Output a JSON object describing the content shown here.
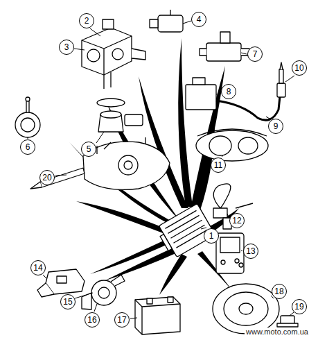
{
  "diagram": {
    "labels": [
      "1",
      "2",
      "3",
      "4",
      "5",
      "6",
      "7",
      "8",
      "9",
      "10",
      "11",
      "12",
      "13",
      "14",
      "15",
      "16",
      "17",
      "18",
      "19",
      "20",
      "www.moto.com.ua"
    ]
  }
}
